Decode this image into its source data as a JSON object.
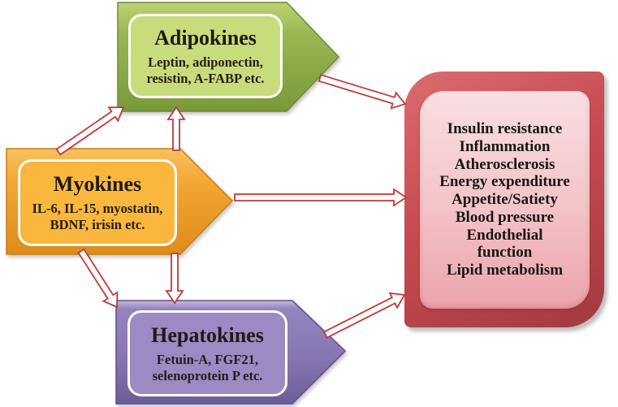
{
  "figure": {
    "background": "#ffffff",
    "nodes": [
      {
        "id": "adipokines",
        "title": "Adipokines",
        "details": "Leptin, adiponectin,\nresistin, A-FABP etc.",
        "inner_fill": "#c9dc7c",
        "outer_fill": "#97b44e"
      },
      {
        "id": "myokines",
        "title": "Myokines",
        "details": "IL-6, IL-15, myostatin,\nBDNF, irisin etc.",
        "inner_fill": "#f9b73d",
        "outer_fill": "#f4a735"
      },
      {
        "id": "hepatokines",
        "title": "Hepatokines",
        "details": "Fetuin-A, FGF21,\nselenoprotein P etc.",
        "inner_fill": "#9d89c4",
        "outer_fill": "#8a76b4"
      }
    ],
    "outcomes": {
      "lines": [
        "Insulin resistance",
        "Inflammation",
        "Atherosclerosis",
        "Energy expenditure",
        "Appetite/Satiety",
        "Blood pressure",
        "Endothelial",
        "function",
        "Lipid metabolism"
      ],
      "outer_color": "#c4474d",
      "inner_color": "#f3c3c7"
    },
    "arrows": {
      "style": "outlined",
      "outline_color": "#c0393b",
      "fill_color": "#ffffff"
    }
  }
}
